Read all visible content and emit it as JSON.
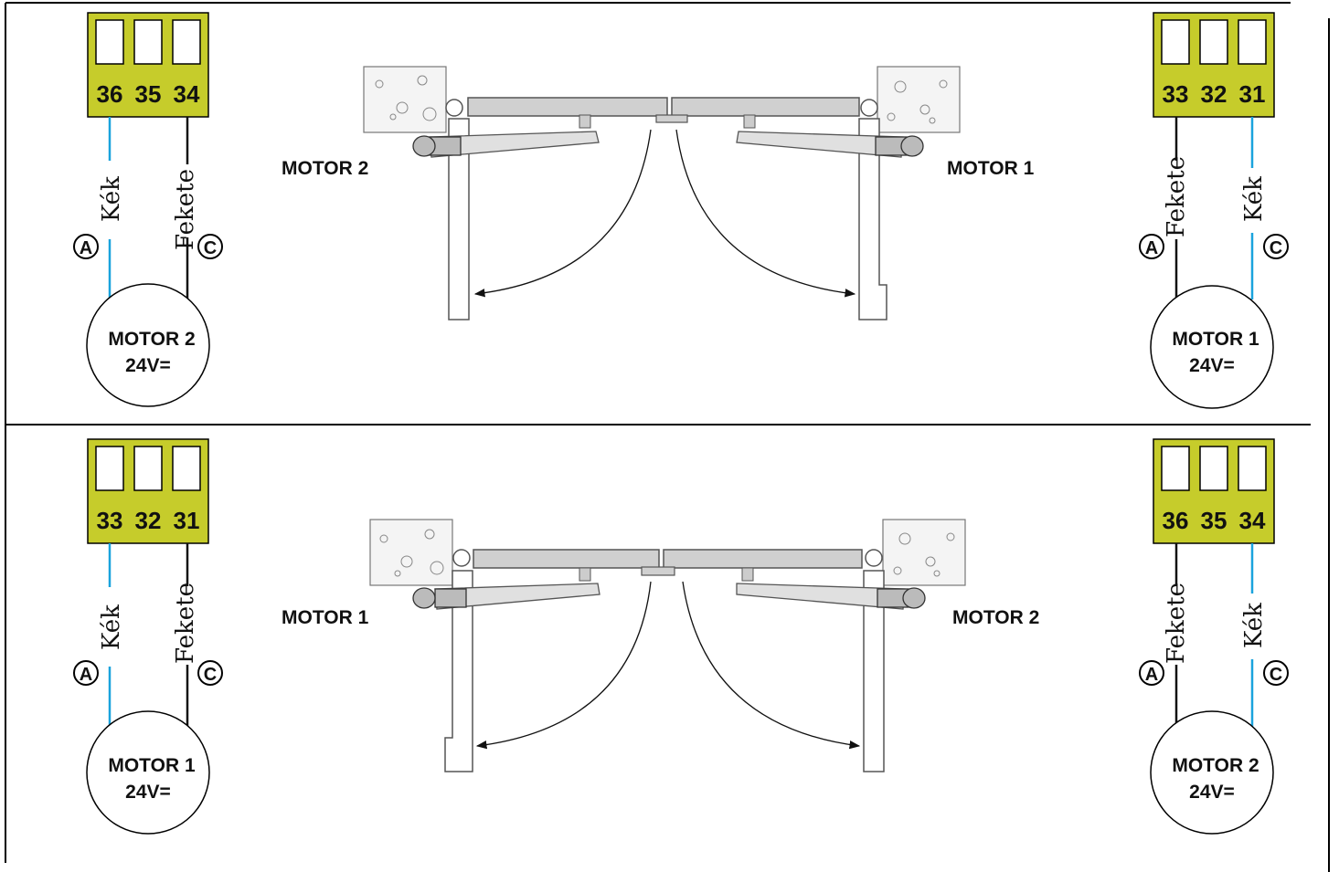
{
  "colors": {
    "terminal_fill": "#c6cc2b",
    "blue_wire": "#1aa3dd",
    "black_wire": "#111111",
    "post_fill": "#f2f2f2",
    "gate_fill": "#d0d0d0",
    "frame_border": "#000000"
  },
  "wire_labels": {
    "blue": "Kék",
    "black": "Fekete"
  },
  "connectors": {
    "a": "A",
    "c": "C"
  },
  "panels": [
    {
      "id": "top",
      "left_terminal": [
        "36",
        "35",
        "34"
      ],
      "right_terminal": [
        "33",
        "32",
        "31"
      ],
      "left_motor": {
        "name": "MOTOR 2",
        "voltage": "24V="
      },
      "right_motor": {
        "name": "MOTOR 1",
        "voltage": "24V="
      },
      "gate_left_label": "MOTOR 2",
      "gate_right_label": "MOTOR 1"
    },
    {
      "id": "bottom",
      "left_terminal": [
        "33",
        "32",
        "31"
      ],
      "right_terminal": [
        "36",
        "35",
        "34"
      ],
      "left_motor": {
        "name": "MOTOR 1",
        "voltage": "24V="
      },
      "right_motor": {
        "name": "MOTOR 2",
        "voltage": "24V="
      },
      "gate_left_label": "MOTOR 1",
      "gate_right_label": "MOTOR 2"
    }
  ]
}
